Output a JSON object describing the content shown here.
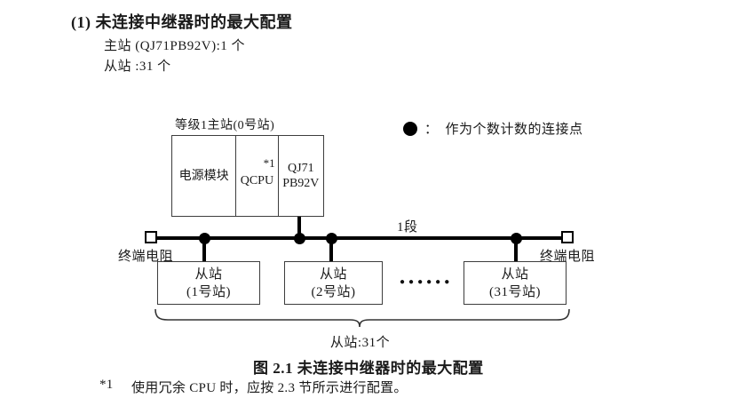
{
  "header": {
    "heading": "(1) 未连接中继器时的最大配置",
    "master_line": "主站 (QJ71PB92V):1 个",
    "slave_line": "从站 :31 个"
  },
  "diagram": {
    "master_station": {
      "label": "等级1主站(0号站)",
      "power_module": "电源模块",
      "cpu": "QCPU",
      "cpu_note_ref": "*1",
      "network_module_line1": "QJ71",
      "network_module_line2": "PB92V"
    },
    "legend": {
      "colon": "：",
      "text": "作为个数计数的连接点"
    },
    "bus": {
      "segment_label": "1段",
      "terminator_left": "终端电阻",
      "terminator_right": "终端电阻"
    },
    "slaves": [
      {
        "line1": "从站",
        "line2": "(1号站)"
      },
      {
        "line1": "从站",
        "line2": "(2号站)"
      },
      {
        "line1": "从站",
        "line2": "(31号站)"
      }
    ],
    "ellipsis": "●●●●●●",
    "brace_label": "从站:31个"
  },
  "caption": "图 2.1 未连接中继器时的最大配置",
  "footnote": {
    "ref": "*1",
    "text": "使用冗余 CPU 时，应按 2.3 节所示进行配置。"
  },
  "colors": {
    "ink": "#000000",
    "background": "#ffffff",
    "box_border": "#3d3d3d"
  }
}
